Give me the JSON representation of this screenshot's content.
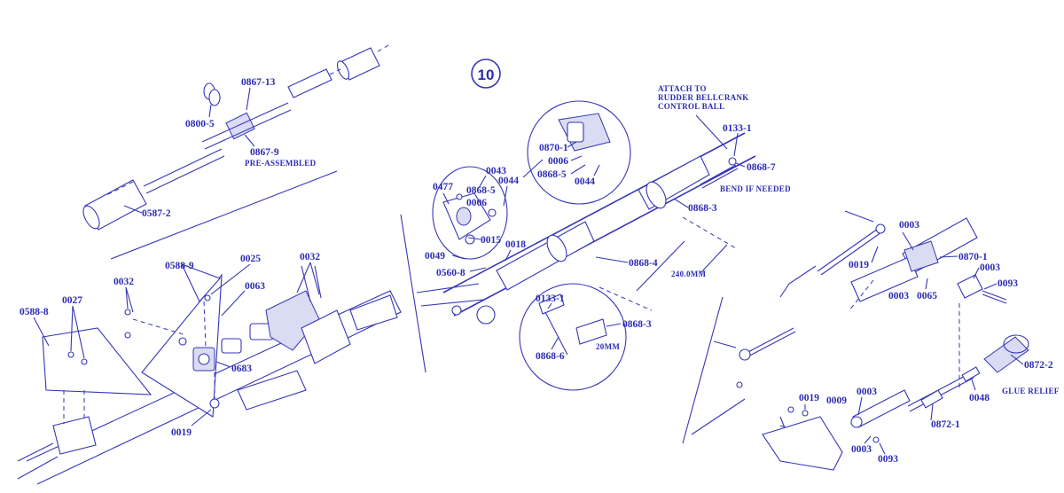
{
  "step_number": "10",
  "notes": {
    "pre_assembled": "PRE-ASSEMBLED",
    "attach_line1": "ATTACH TO",
    "attach_line2": "RUDDER BELLCRANK",
    "attach_line3": "CONTROL BALL",
    "bend_if_needed": "BEND IF NEEDED",
    "dim_240": "240.0MM",
    "dim_20": "20MM",
    "glue_relief": "GLUE RELIEF"
  },
  "parts": {
    "p0867_13": "0867-13",
    "p0800_5": "0800-5",
    "p0867_9": "0867-9",
    "p0587_2": "0587-2",
    "p0588_9": "0588-9",
    "p0025": "0025",
    "p0032_a": "0032",
    "p0032_b": "0032",
    "p0063": "0063",
    "p0027": "0027",
    "p0588_8": "0588-8",
    "p0683": "0683",
    "p0019_a": "0019",
    "p0043": "0043",
    "p0477": "0477",
    "p0868_5_a": "0868-5",
    "p0044_a": "0044",
    "p0006_a": "0006",
    "p0015": "0015",
    "p0018": "0018",
    "p0049": "0049",
    "p0560_8": "0560-8",
    "p0870_1_a": "0870-1",
    "p0006_b": "0006",
    "p0868_5_b": "0868-5",
    "p0044_b": "0044",
    "p0133_1_a": "0133-1",
    "p0868_7": "0868-7",
    "p0868_3_a": "0868-3",
    "p0868_4": "0868-4",
    "p0133_1_b": "0133-1",
    "p0868_3_b": "0868-3",
    "p0868_6": "0868-6",
    "p0003_a": "0003",
    "p0019_b": "0019",
    "p0870_1_b": "0870-1",
    "p0003_b": "0003",
    "p0003_c": "0003",
    "p0065": "0065",
    "p0093_a": "0093",
    "p0872_2": "0872-2",
    "p0048": "0048",
    "p0019_c": "0019",
    "p0009": "0009",
    "p0003_d": "0003",
    "p0872_1": "0872-1",
    "p0003_e": "0003",
    "p0093_b": "0093"
  }
}
